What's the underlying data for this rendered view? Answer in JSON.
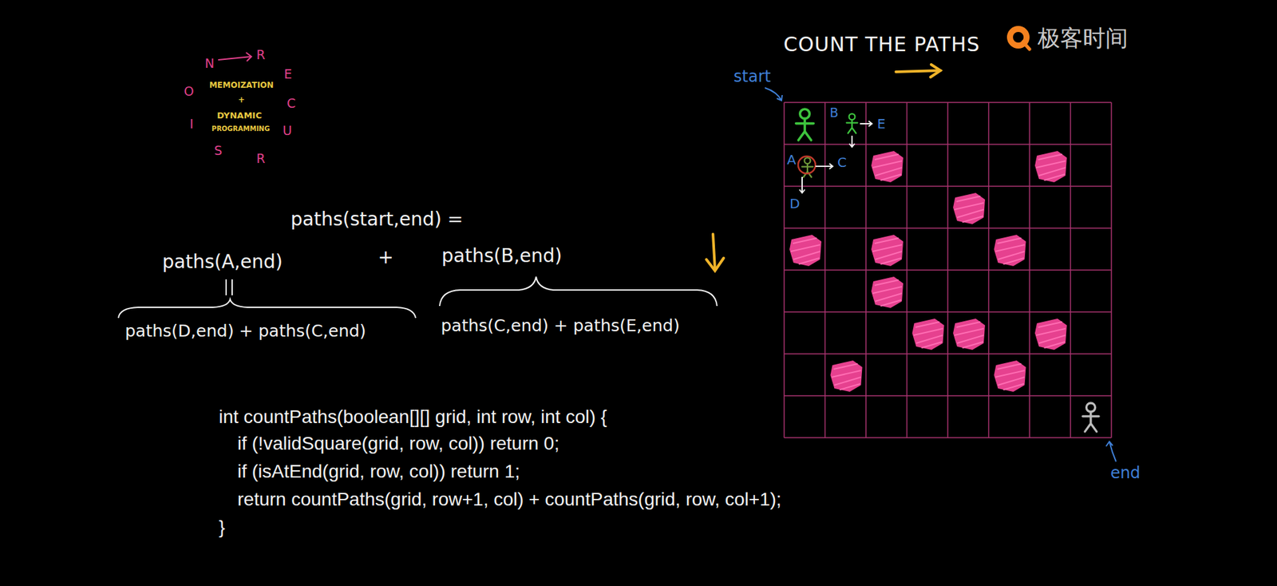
{
  "diagram": {
    "title": "COUNT THE PATHS",
    "labels": [
      "N",
      "R",
      "E",
      "C",
      "U",
      "R",
      "S",
      "I",
      "O",
      "MEMOIZATION",
      "+",
      "DYNAMIC",
      "PROGRAMMING",
      "极客时间",
      "start",
      "B",
      "E",
      "A",
      "C",
      "D",
      "end",
      "paths(start,end) =",
      "paths(A,end)",
      "+",
      "paths(B,end)",
      "paths(D,end) + paths(C,end)",
      "paths(C,end) + paths(E,end)",
      "int countPaths(boolean[][] grid, int row, int col) {",
      "if (!validSquare(grid, row, col)) return 0;",
      "if (isAtEnd(grid, row, col)) return 1;",
      "return countPaths(grid, row+1, col) + countPaths(grid, row, col+1);",
      "}"
    ]
  }
}
